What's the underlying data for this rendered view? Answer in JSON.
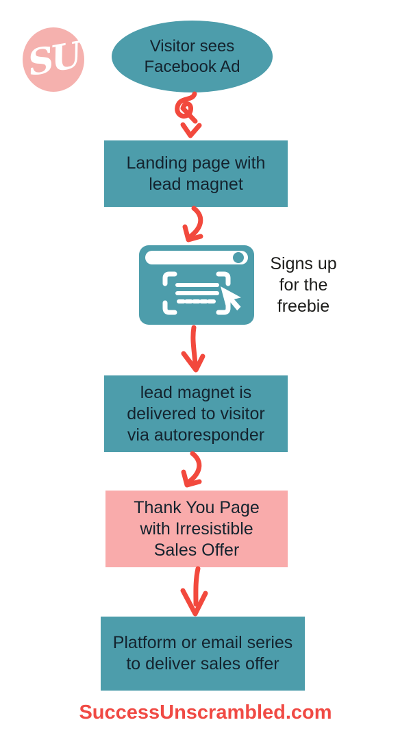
{
  "logo": {
    "monogram": "SU"
  },
  "flow": {
    "start_ellipse": "Visitor sees\nFacebook Ad",
    "landing_box": "Landing page with\nlead magnet",
    "signup_caption": "Signs up\nfor the\nfreebie",
    "delivery_box": "lead magnet is\ndelivered to visitor\nvia autoresponder",
    "thankyou_box": "Thank You Page\nwith Irresistible\nSales Offer",
    "platform_box": "Platform or email series\nto deliver sales offer"
  },
  "icons": {
    "logo_mark": "su-monogram-icon",
    "signup": "browser-form-with-cursor-icon",
    "arrows": [
      "loop-squiggle-arrow-down",
      "curved-arrow-down",
      "straight-arrow-down",
      "curved-arrow-down",
      "straight-arrow-down"
    ]
  },
  "footer": {
    "website": "SuccessUnscrambled.com"
  },
  "colors": {
    "teal": "#4d9dab",
    "pink_box": "#f9abab",
    "logo_pink": "#f5b1ae",
    "arrow_red": "#f2493d",
    "footer_red": "#f04a44",
    "box_text": "#14232e",
    "caption_text": "#1d1d1b",
    "background": "#ffffff"
  }
}
